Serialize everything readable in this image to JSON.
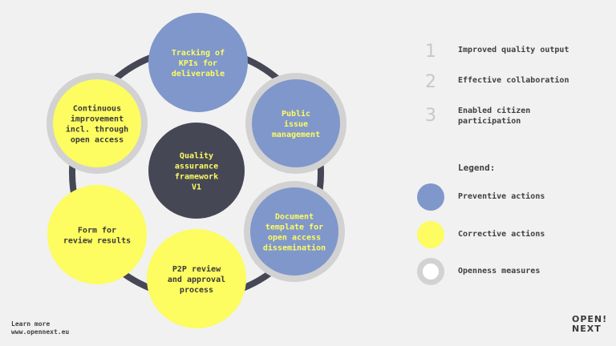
{
  "colors": {
    "preventive": "#8097cc",
    "corrective": "#fdfc60",
    "openness_ring": "#d2d2d2",
    "center": "#464755",
    "ring_track": "#464755"
  },
  "diagram": {
    "center": {
      "lines": [
        "Quality",
        "assurance",
        "framework",
        "V1"
      ]
    },
    "nodes": [
      {
        "id": "kpi",
        "lines": [
          "Tracking of",
          "KPIs for",
          "deliverable"
        ],
        "type": "preventive",
        "openness": false
      },
      {
        "id": "public-issue",
        "lines": [
          "Public",
          "issue",
          "management"
        ],
        "type": "preventive",
        "openness": true
      },
      {
        "id": "doc-template",
        "lines": [
          "Document",
          "template for",
          "open access",
          "dissemination"
        ],
        "type": "preventive",
        "openness": true
      },
      {
        "id": "p2p-review",
        "lines": [
          "P2P review",
          "and approval",
          "process"
        ],
        "type": "corrective",
        "openness": false
      },
      {
        "id": "review-form",
        "lines": [
          "Form for",
          "review results"
        ],
        "type": "corrective",
        "openness": false
      },
      {
        "id": "continuous",
        "lines": [
          "Continuous",
          "improvement",
          "incl. through",
          "open access"
        ],
        "type": "corrective",
        "openness": true
      }
    ]
  },
  "aims": [
    {
      "num": "1",
      "text": "Improved quality output"
    },
    {
      "num": "2",
      "text": "Effective collaboration"
    },
    {
      "num": "3",
      "text": "Enabled citizen participation"
    }
  ],
  "legend": {
    "title": "Legend:",
    "items": [
      {
        "label": "Preventive actions",
        "kind": "preventive"
      },
      {
        "label": "Corrective actions",
        "kind": "corrective"
      },
      {
        "label": "Openness measures",
        "kind": "openness"
      }
    ]
  },
  "footer": {
    "learn_more": "Learn more",
    "url": "www.opennext.eu"
  },
  "logo": {
    "line1": "OPEN!",
    "line2": "NEXT"
  }
}
